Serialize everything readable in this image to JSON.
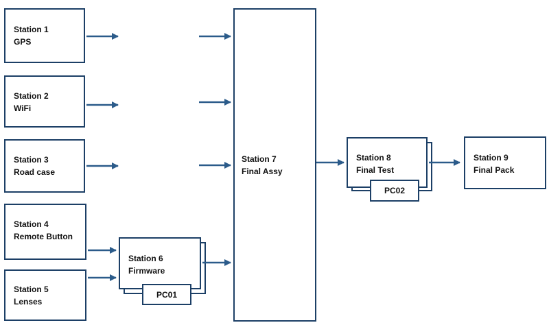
{
  "colors": {
    "stroke": "#1c3f66",
    "arrow": "#2b5b8a"
  },
  "stations": {
    "s1": {
      "title": "Station 1",
      "name": "GPS"
    },
    "s2": {
      "title": "Station 2",
      "name": "WiFi"
    },
    "s3": {
      "title": "Station 3",
      "name": "Road case"
    },
    "s4": {
      "title": "Station 4",
      "name": "Remote Button"
    },
    "s5": {
      "title": "Station 5",
      "name": "Lenses"
    },
    "s6": {
      "title": "Station 6",
      "name": "Firmware",
      "pc": "PC01"
    },
    "s7": {
      "title": "Station 7",
      "name": "Final Assy"
    },
    "s8": {
      "title": "Station 8",
      "name": "Final Test",
      "pc": "PC02"
    },
    "s9": {
      "title": "Station 9",
      "name": "Final Pack"
    }
  }
}
